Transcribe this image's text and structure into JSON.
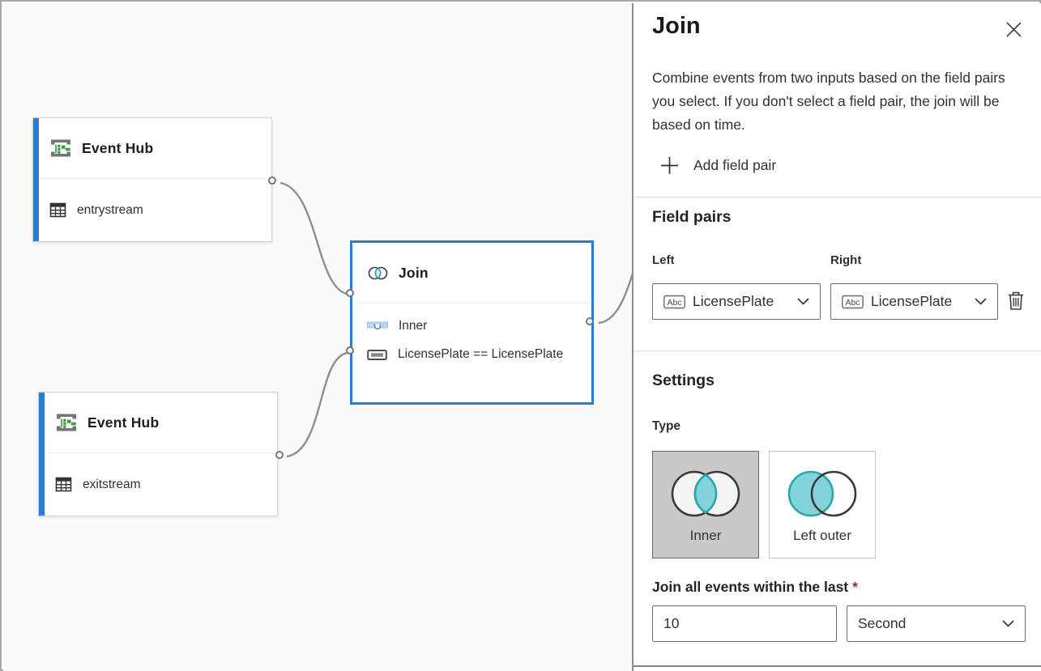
{
  "canvas": {
    "nodes": [
      {
        "title": "Event Hub",
        "stream": "entrystream"
      },
      {
        "title": "Join",
        "join_type": "Inner",
        "condition": "LicensePlate == LicensePlate"
      },
      {
        "title": "Event Hub",
        "stream": "exitstream"
      }
    ]
  },
  "panel": {
    "title": "Join",
    "description": "Combine events from two inputs based on the field pairs you select. If you don't select a field pair, the join will be based on time.",
    "add_field_pair_label": "Add field pair",
    "field_pairs": {
      "heading": "Field pairs",
      "left_label": "Left",
      "right_label": "Right",
      "left_value": "LicensePlate",
      "right_value": "LicensePlate",
      "field_type_badge": "Abc"
    },
    "settings": {
      "heading": "Settings",
      "type_label": "Type",
      "type_options": [
        {
          "label": "Inner",
          "selected": true
        },
        {
          "label": "Left outer",
          "selected": false
        }
      ]
    },
    "time_window": {
      "label": "Join all events within the last",
      "required_marker": "*",
      "value": "10",
      "unit": "Second"
    }
  },
  "colors": {
    "accent_blue": "#2b7cd3",
    "teal_stroke": "#2aa7b3",
    "teal_fill": "#7fd2d9",
    "required_red": "#a4262c",
    "wire_gray": "#8f8f8f",
    "selected_tile_bg": "#cbc9c7"
  }
}
